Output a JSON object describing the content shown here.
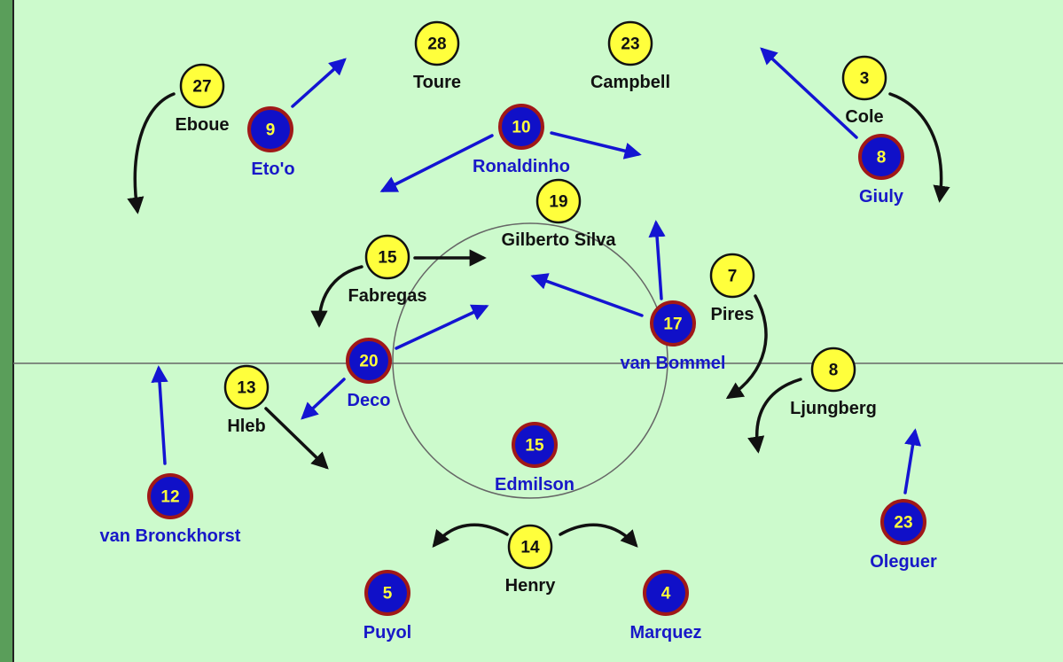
{
  "colors": {
    "outer_border": "#5a9e5a",
    "pitch": "#ccfacc",
    "line": "#666666",
    "team_a_fill": "#ffff3c",
    "team_a_text": "#111111",
    "team_b_fill": "#1010c8",
    "team_b_ring": "#a01818",
    "team_b_number": "#ffff3c",
    "team_b_name": "#1818c8",
    "arrow_black": "#111111",
    "arrow_blue": "#1414d2"
  },
  "team_a": [
    {
      "id": "toure",
      "number": "28",
      "name": "Toure"
    },
    {
      "id": "campbell",
      "number": "23",
      "name": "Campbell"
    },
    {
      "id": "eboue",
      "number": "27",
      "name": "Eboue"
    },
    {
      "id": "cole",
      "number": "3",
      "name": "Cole"
    },
    {
      "id": "gilberto-silva",
      "number": "19",
      "name": "Gilberto Silva"
    },
    {
      "id": "fabregas",
      "number": "15",
      "name": "Fabregas"
    },
    {
      "id": "pires",
      "number": "7",
      "name": "Pires"
    },
    {
      "id": "hleb",
      "number": "13",
      "name": "Hleb"
    },
    {
      "id": "ljungberg",
      "number": "8",
      "name": "Ljungberg"
    },
    {
      "id": "henry",
      "number": "14",
      "name": "Henry"
    }
  ],
  "team_b": [
    {
      "id": "etoo",
      "number": "9",
      "name": "Eto'o"
    },
    {
      "id": "ronaldinho",
      "number": "10",
      "name": "Ronaldinho"
    },
    {
      "id": "giuly",
      "number": "8",
      "name": "Giuly"
    },
    {
      "id": "van-bommel",
      "number": "17",
      "name": "van Bommel"
    },
    {
      "id": "deco",
      "number": "20",
      "name": "Deco"
    },
    {
      "id": "edmilson",
      "number": "15",
      "name": "Edmilson"
    },
    {
      "id": "van-bronckhorst",
      "number": "12",
      "name": "van Bronckhorst"
    },
    {
      "id": "oleguer",
      "number": "23",
      "name": "Oleguer"
    },
    {
      "id": "puyol",
      "number": "5",
      "name": "Puyol"
    },
    {
      "id": "marquez",
      "number": "4",
      "name": "Marquez"
    }
  ]
}
